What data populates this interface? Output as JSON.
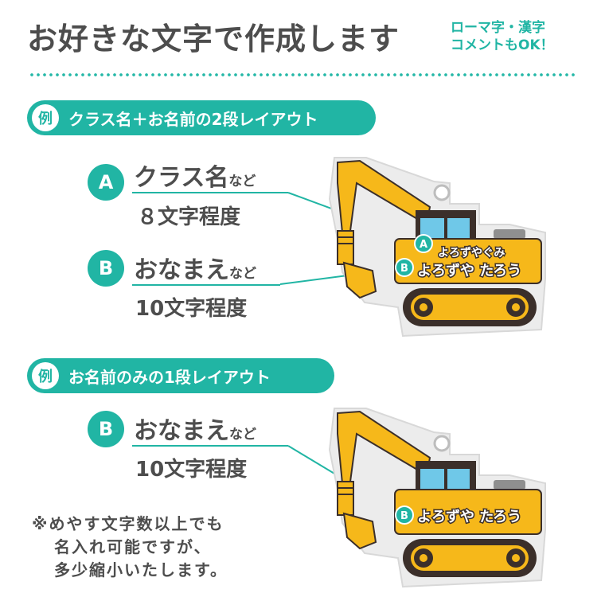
{
  "header": {
    "title": "お好きな文字で作成します",
    "note_line1": "ローマ字・漢字",
    "note_line2": "コメントもOK！"
  },
  "example1": {
    "badge": "例",
    "title": "クラス名＋お名前の2段レイアウト",
    "a": {
      "marker": "A",
      "label": "クラス名",
      "suffix": "など",
      "count": "８文字程度"
    },
    "b": {
      "marker": "B",
      "label": "おなまえ",
      "suffix": "など",
      "count": "10文字程度"
    },
    "tag": {
      "line_a": "よろずやぐみ",
      "line_b": "よろずや たろう"
    }
  },
  "example2": {
    "badge": "例",
    "title": "お名前のみの1段レイアウト",
    "b": {
      "marker": "B",
      "label": "おなまえ",
      "suffix": "など",
      "count": "10文字程度"
    },
    "tag": {
      "line_b": "よろずや たろう"
    }
  },
  "footnote": {
    "line1": "※めやす文字数以上でも",
    "line2": "名入れ可能ですが、",
    "line3": "多少縮小いたします。"
  },
  "colors": {
    "accent": "#21b5a4",
    "machine_yellow": "#f6b81a",
    "machine_dark": "#3b2f2a",
    "window_blue": "#6fc8e8",
    "text": "#4d4d4d"
  }
}
